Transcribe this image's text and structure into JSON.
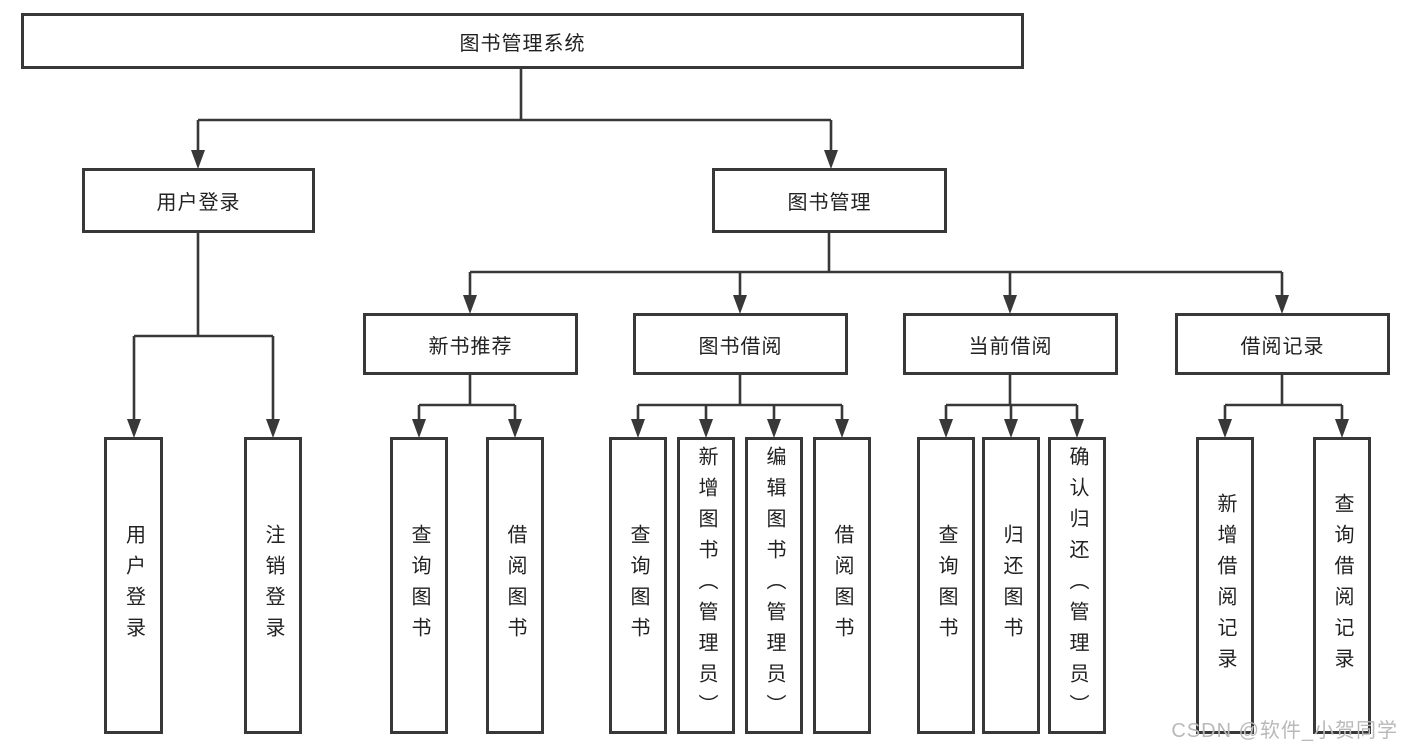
{
  "diagram": {
    "type": "hierarchy-tree",
    "title": "图书管理系统",
    "nodes": [
      {
        "id": "root",
        "label": "图书管理系统",
        "level": 1,
        "parent": null
      },
      {
        "id": "user-login",
        "label": "用户登录",
        "level": 2,
        "parent": "root"
      },
      {
        "id": "book-management",
        "label": "图书管理",
        "level": 2,
        "parent": "root"
      },
      {
        "id": "new-book-recommend",
        "label": "新书推荐",
        "level": 3,
        "parent": "book-management"
      },
      {
        "id": "book-borrowing",
        "label": "图书借阅",
        "level": 3,
        "parent": "book-management"
      },
      {
        "id": "current-borrowing",
        "label": "当前借阅",
        "level": 3,
        "parent": "book-management"
      },
      {
        "id": "borrowing-records",
        "label": "借阅记录",
        "level": 3,
        "parent": "book-management"
      },
      {
        "id": "leaf-user-login",
        "label": "用户登录",
        "level": 4,
        "parent": "user-login"
      },
      {
        "id": "leaf-logout",
        "label": "注销登录",
        "level": 4,
        "parent": "user-login"
      },
      {
        "id": "leaf-query-books-1",
        "label": "查询图书",
        "level": 4,
        "parent": "new-book-recommend"
      },
      {
        "id": "leaf-borrow-books-1",
        "label": "借阅图书",
        "level": 4,
        "parent": "new-book-recommend"
      },
      {
        "id": "leaf-query-books-2",
        "label": "查询图书",
        "level": 4,
        "parent": "book-borrowing"
      },
      {
        "id": "leaf-add-books-admin",
        "label": "新增图书（管理员）",
        "level": 4,
        "parent": "book-borrowing"
      },
      {
        "id": "leaf-edit-books-admin",
        "label": "编辑图书（管理员）",
        "level": 4,
        "parent": "book-borrowing"
      },
      {
        "id": "leaf-borrow-books-2",
        "label": "借阅图书",
        "level": 4,
        "parent": "book-borrowing"
      },
      {
        "id": "leaf-query-books-3",
        "label": "查询图书",
        "level": 4,
        "parent": "current-borrowing"
      },
      {
        "id": "leaf-return-books",
        "label": "归还图书",
        "level": 4,
        "parent": "current-borrowing"
      },
      {
        "id": "leaf-confirm-return-admin",
        "label": "确认归还（管理员）",
        "level": 4,
        "parent": "current-borrowing"
      },
      {
        "id": "leaf-add-borrow-record",
        "label": "新增借阅记录",
        "level": 4,
        "parent": "borrowing-records"
      },
      {
        "id": "leaf-query-borrow-record",
        "label": "查询借阅记录",
        "level": 4,
        "parent": "borrowing-records"
      }
    ]
  },
  "watermark": {
    "text": "CSDN @软件_小贺同学",
    "color": "#b9b9b9"
  },
  "colors": {
    "background": "#ffffff",
    "box_border": "#383838",
    "connector": "#383838",
    "text": "#222222"
  }
}
